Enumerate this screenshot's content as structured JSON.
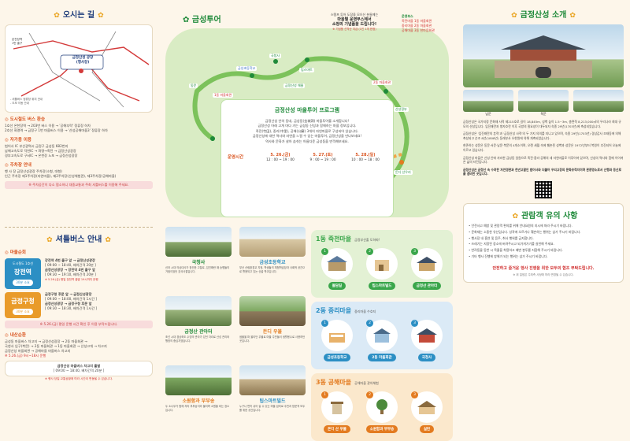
{
  "directions": {
    "title": "오시는 길",
    "map_center": "금정산성 광장\n(행사장)",
    "map_note": "- 셔틀버스 정류장 위치 안내\n- 도보 이동 안내",
    "station_note": "온천장역\n1번 출구",
    "car_title": "도시철도 버스 환승",
    "car_lines": [
      "1호선 온천장역 → 203번 버스 이용 → '공해부락' 정류장 하차",
      "2호선 화명역 → 금정구 1번 마을버스 이용 → '산성공해마을3' 정류장 하차"
    ],
    "own_title": "자가용 이용",
    "own_lines": [
      "범어사 IC  부산광역시 금정구 금성동 682번지",
      "남해고속도로  덕천IC → 화명→죽전 → 금정산성광장",
      "경부고속도로  구서IC → 온천장 노포 → 금정산성광장"
    ],
    "park_title": "주차장 안내",
    "park_lines": [
      "행 사 장  금정산성광장 주차장(소형, 대형)",
      "인근 주차장  제1주차장(자연마을), 제2주차장(산성체험관), 제3주차장(공해마을)"
    ],
    "park_note": "※ 주차공간이 다소 협소하니 대중교통과 주최 셔틀버스를 이용해 주세요."
  },
  "tour": {
    "title": "금성투어",
    "top_note_1": "스템프 투어 도장을 모으신 분들께는",
    "top_note_2": "마을별 운영부스에서",
    "top_note_3": "소정의 기념품을 드립니다!",
    "top_note_4": "※ 기념품 선착순 지급 (1인 1개 한정)",
    "legend": [
      "운영부스",
      "죽전마을 1동 마을회관",
      "중리마을 2동 마을회관",
      "공해마을 3동 한마음회관"
    ],
    "map_labels": [
      "국청사",
      "금성초등학교",
      "팁스마트",
      "동문",
      "금정산성광장",
      "금정산성 해물",
      "1동 마을회관",
      "2동 마을회관",
      "3동 한마음회관",
      "금정산성 광장",
      "광장의 버스 정류장",
      "산성정부",
      "소원함과 부부송",
      "돈디 산우리",
      "실탄"
    ],
    "program_title": "금정산성 마을투어 프로그램",
    "program_lines": [
      "금정산성 안의 동네, 금성동(金城洞) 마을투어를 소개합니다!",
      "금정산성 아래 고개 마다 가는 금성동 산성과 함께하는 마을 정보입니다.",
      "죽전(竹田), 중리(中里), 공해(公廨) 3개의 자연마을로 구성되어 있습니다.",
      "금정산성에 대한 역사와 자연을 느낄 수 있는 마을투어, 금정산성을 만나보세요!",
      "역사와 문화가 살아 숨쉬는 아름다운 금성동을 만끽해보세요."
    ],
    "schedule_label": "운영시간",
    "schedule": [
      {
        "date": "5. 26.(금)",
        "time": "12 : 00 ~ 19 : 00"
      },
      {
        "date": "5. 27.(토)",
        "time": "9 : 00 ~ 19 : 00"
      },
      {
        "date": "5. 28.(일)",
        "time": "10 : 00 ~ 18 : 00"
      }
    ]
  },
  "bus": {
    "title": "셔틀버스 안내",
    "inner_title": "마을순회",
    "routes": [
      {
        "pre": "도시철도 1호선",
        "stop": "장전역",
        "interval": "30분 소요",
        "lines": [
          "장전역 4번 출구 앞 → 금정산성광장",
          "[ 09:00 ~ 18:40, 배차간격 20분 ]",
          "금정산성광장 → 장전역 4번 출구 앞",
          "[ 09:30 ~ 19:10, 배차간격 20분 ]",
          "※ 5.26.(금) 평일 장전역 출발 19시까지 운행"
        ]
      },
      {
        "pre": "",
        "stop": "금정구청",
        "interval": "30분 소요",
        "lines": [
          "금정구청 후문 앞 → 금정산성광장",
          "[ 09:00 ~ 18:00, 배차간격 1시간 ]",
          "금정산성광장 → 금정구청 후문 앞",
          "[ 09:30 ~ 18:30, 배차간격 1시간 ]"
        ]
      }
    ],
    "route_note": "※ 5.26.(금) 평일 운행 시간 확인 후 이용 부탁드립니다.",
    "inner2_title": "내산순환",
    "inner2_lines": [
      "금성동 마을버스 차고지 → 금정산성광장 → 2동 마을회관 →",
      "국청사 입구(북문) → 2동 마을회관 → 1동 마을회관 → 산성고개 → 차고지",
      "금정산성 마을회관 → 공해마을 마을버스 차고지",
      "※ 5.26.(금) 9시~18시 운행"
    ],
    "inner2_box": "금정산성 마을버스 차고지 출발",
    "inner2_time": "[ 09:00 ~ 18:40, 배차간격 20분 ]",
    "inner2_red": "※ 행사 당일 교통상황에 따라 시간이 변동될 수 있습니다."
  },
  "places": [
    {
      "name": "국청사",
      "desc": "신라 시대 의상대사가 창건한 고찰로, 임진왜란 때 승병들의 거점이었던 호국사찰입니다."
    },
    {
      "name": "금성초등학교",
      "desc": "부산 산림환경교 지정, 학생들의 체험학습장과 사회적 공간으로 활용되고 있는 산골 학교입니다."
    },
    {
      "name": "금정산 관아터",
      "desc": "조선 시대 경상좌도 수영의 관아가 있던 자리로 산성 관리와 행정의 중심지였습니다."
    },
    {
      "name": "돈디 우물",
      "desc": "샘물을 퍼 올리던 우물로 마을 주민들이 생활용수로 사용하던 곳입니다."
    },
    {
      "name": "소원함과 부부송",
      "desc": "두 소나무가 함께 자라 부부송이라 불리며 소원을 비는 장소입니다."
    },
    {
      "name": "팁스마트빌드",
      "desc": "누구나 편히 쉬어 갈 수 있는 마을 쉼터로 주민과 방문객 모두를 위한 공간입니다."
    }
  ],
  "villages": [
    {
      "num": "1",
      "name": "1동 죽전마을",
      "sub": "금정부산출 도하파!",
      "items": [
        "돌담길",
        "팁스마트빌드",
        "금정산 관아터"
      ],
      "color": "#3aa64b"
    },
    {
      "num": "2",
      "name": "2동 중리마을",
      "sub": "중리마을 수호지",
      "items": [
        "금성초등학교",
        "2동 마을회관",
        "국청사"
      ],
      "color": "#2c8fc4"
    },
    {
      "num": "3",
      "name": "3동 공해마을",
      "sub": "공해마을 관아체험",
      "items": [
        "돈디 산 우물",
        "소원함과 부부송",
        "실탄"
      ],
      "color": "#e99b2a"
    }
  ],
  "intro": {
    "title": "금정산성 소개",
    "photo_labels": [
      "남문",
      "북문"
    ],
    "paragraphs": [
      "금정산성은 국가지정 문화재 사적 제215호로 길이 18,845m, 성벽 높이 1.5~3m, 총면적 8,213,000㎡의 우리나라 최대 규모의 산성입니다. 임진왜란과 병자호란 이후 국방의 필요성이 대두되자 숙종 29년(1703년)에 축성되었습니다.",
      "금정산성은 '임진왜란의 흔적'과 '금정산성 사적'의 두 가지 의의를 지니고 있으며, 숙종 29년(1703년) 경상감사 조태동에 의해 축성되고 순조 8년(1808년) 동래부사 오한원에 의해 개축되었습니다.",
      "현존하는 성문은 동문·서문·남문·북문의 4개소이며, 오랜 세월 속에 훼손된 성벽과 성문은 1972년부터 복원이 추진되어 오늘에 이르고 있습니다.",
      "금정산성 마을은 산성 안에 자리한 금성동 일원으로 죽전·중리·공해의 세 자연마을로 이루어져 있으며, 산성의 역사와 함께 이어져 온 삶의 터전입니다."
    ],
    "bold_para": "금정산성은 금정산 속 수려한 자연경관과 천년고찰인 범어사와 더불어 우리고장의 문화유적지이며 관광명소로서 산행과 등산로를 겸비한 곳입니다."
  },
  "guide": {
    "title": "관람객 유의 사항",
    "items": [
      "안전사고 예방 및 관람객 편의를 위해 안내요원의 지시에 따라 주시기 바랍니다.",
      "문화재는 소중한 유산입니다. 성곽에 오르거나 훼손하는 행위는 삼가 주시기 바랍니다.",
      "행사장 내 흡연 및 음주, 취사 행위를 금지합니다.",
      "쓰레기는 지정된 장소에 버려주시고 되가져가기를 실천해 주세요.",
      "반려동물 동반 시 목줄을 착용하고 배변 봉투를 지참해 주시기 바랍니다.",
      "기타 행사 진행에 방해가 되는 행위는 삼가 주시기 바랍니다."
    ],
    "closing": "안전하고 즐거운 행사 진행을 위한 모두의 협조 부탁드립니다.",
    "footer": "※ 위 일정은 주최측 사정에 따라 변경될 수 있습니다."
  }
}
